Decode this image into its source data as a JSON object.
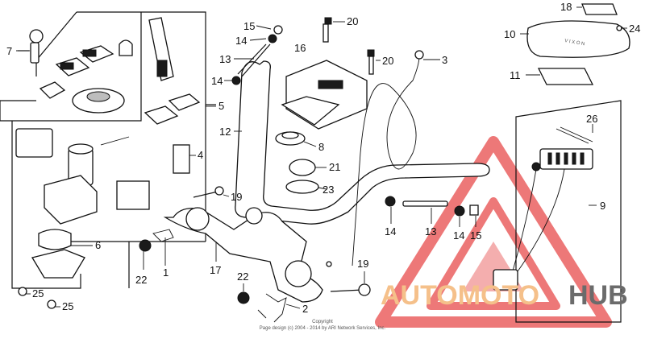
{
  "callouts": [
    "7",
    "5",
    "4",
    "6",
    "22",
    "1",
    "25",
    "25",
    "15",
    "14",
    "13",
    "14",
    "20",
    "16",
    "20",
    "3",
    "12",
    "8",
    "21",
    "23",
    "19",
    "17",
    "22",
    "2",
    "19",
    "14",
    "13",
    "14",
    "15",
    "18",
    "24",
    "10",
    "11",
    "26",
    "9"
  ],
  "copyright": {
    "line1": "Copyright",
    "line2": "Page design (c) 2004 - 2014 by ARI Network Services, Inc."
  },
  "watermark": {
    "part1": "AUTOMOTO",
    "part2": "HUB",
    "colors": {
      "orange": "#f5c08a",
      "grey": "#6b6b6b",
      "triangle": "#e84b4b"
    }
  }
}
